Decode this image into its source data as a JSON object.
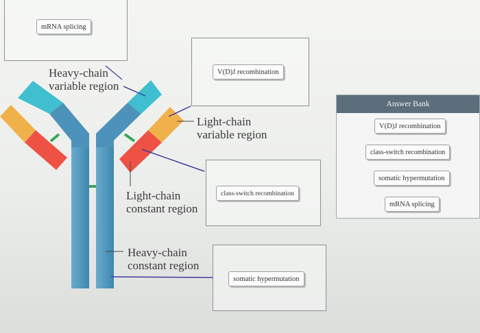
{
  "labels": {
    "heavy_variable": [
      "Heavy-chain",
      "variable region"
    ],
    "light_variable": [
      "Light-chain",
      "variable region"
    ],
    "light_constant": [
      "Light-chain",
      "constant region"
    ],
    "heavy_constant": [
      "Heavy-chain",
      "constant region"
    ]
  },
  "dropzones": {
    "zone_1": "mRNA splicing",
    "zone_2": "V(D)J recombination",
    "zone_3": "class-switch recombination",
    "zone_4": "somatic hypermutation"
  },
  "answer_bank": {
    "title": "Answer Bank",
    "items": [
      "V(D)J recombination",
      "class-switch recombination",
      "somatic hypermutation",
      "mRNA splicing"
    ]
  },
  "colors": {
    "heavy_chain": "#4f94bb",
    "heavy_variable": "#3fbfcf",
    "light_constant": "#ee5244",
    "light_variable": "#f1b14a",
    "disulfide_bond": "#3aa65a",
    "pointer_line": "#3b3e9a"
  }
}
